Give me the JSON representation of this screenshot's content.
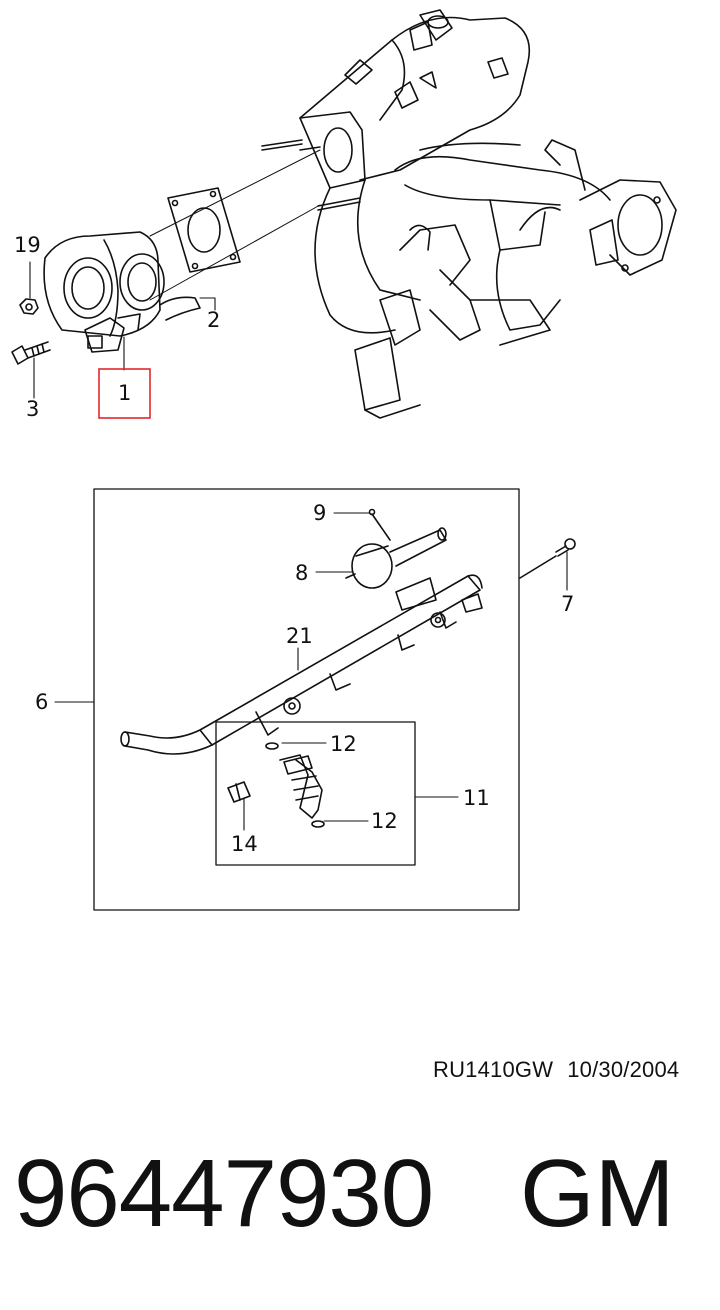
{
  "diagram": {
    "callouts": [
      {
        "id": "19",
        "label": "19"
      },
      {
        "id": "2",
        "label": "2"
      },
      {
        "id": "3",
        "label": "3"
      },
      {
        "id": "1",
        "label": "1"
      },
      {
        "id": "9",
        "label": "9"
      },
      {
        "id": "8",
        "label": "8"
      },
      {
        "id": "7",
        "label": "7"
      },
      {
        "id": "21",
        "label": "21"
      },
      {
        "id": "6",
        "label": "6"
      },
      {
        "id": "12a",
        "label": "12"
      },
      {
        "id": "11",
        "label": "11"
      },
      {
        "id": "14",
        "label": "14"
      },
      {
        "id": "12b",
        "label": "12"
      }
    ],
    "highlight_color": "#e0282c"
  },
  "footer": {
    "reference_code": "RU1410GW",
    "date": "10/30/2004",
    "part_number": "96447930",
    "brand": "GM"
  }
}
